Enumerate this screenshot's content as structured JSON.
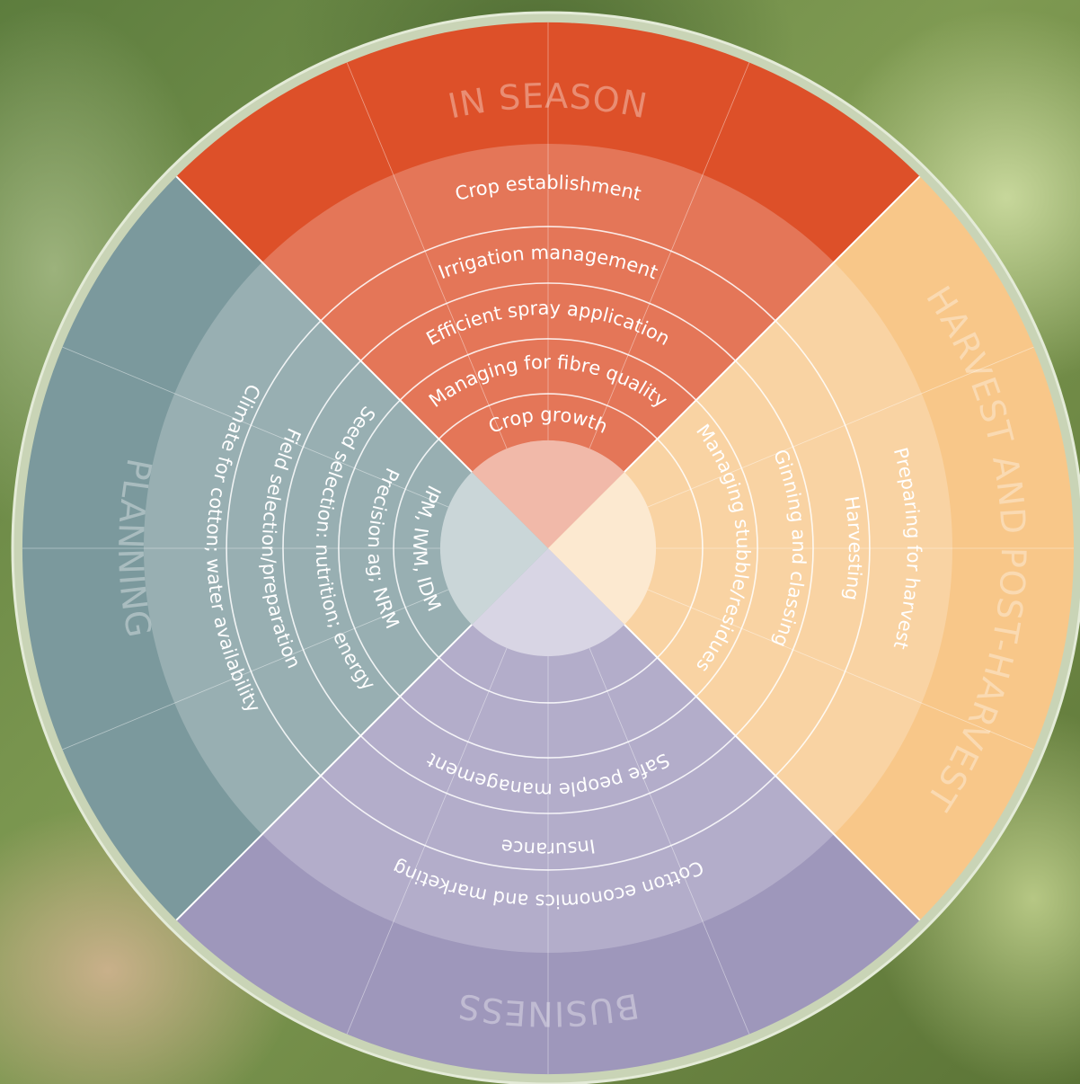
{
  "diagram": {
    "colors": {
      "in_season": "#dd5029",
      "harvest": "#f8c789",
      "business": "#9e97bb",
      "planning": "#7b999d",
      "rim": "#c9d4b6"
    },
    "quadrants": {
      "in_season": {
        "title": "IN SEASON",
        "items": [
          "Crop establishment",
          "Irrigation management",
          "Efficient spray application",
          "Managing for fibre quality",
          "Crop growth"
        ]
      },
      "harvest": {
        "title": "HARVEST AND POST-HARVEST",
        "items": [
          "Preparing for harvest",
          "Harvesting",
          "Ginning and classing",
          "Managing stubble/residues"
        ]
      },
      "business": {
        "title": "BUSINESS",
        "items": [
          "Cotton economics and marketing",
          "Insurance",
          "Safe people management"
        ]
      },
      "planning": {
        "title": "PLANNING",
        "items": [
          "Climate for cotton; water availability",
          "Field selection/preparation",
          "Seed selection: nutrition; energy",
          "Precision ag; NRM",
          "IPM, IWM, IDM"
        ]
      }
    }
  }
}
